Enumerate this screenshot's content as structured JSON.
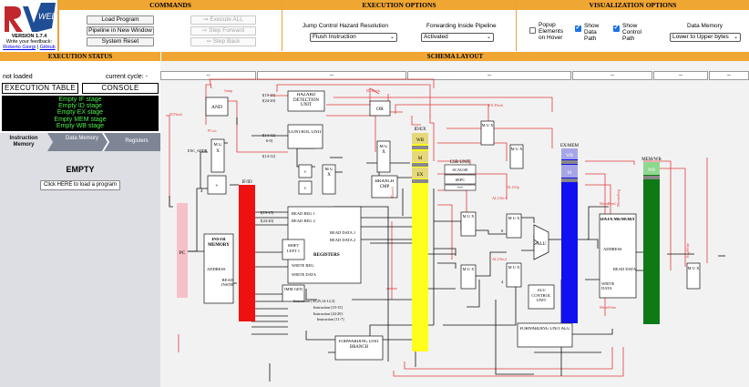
{
  "logo": {
    "letter": "R",
    "sub": "WEB",
    "version": "VERSION 1.7.4",
    "feedback": "Write your feedback:",
    "author": "Roberto Giorgi",
    "github": "GitHub",
    "colors": {
      "red": "#c1272d",
      "blue": "#1f4e96",
      "accent": "#f0a632"
    }
  },
  "commands": {
    "title": "COMMANDS",
    "load_program": "Load Program",
    "pipeline_new_window": "Pipeline in New Window",
    "system_reset": "System Reset",
    "execute_all": "⇒ Execute ALL",
    "step_forward": "⇨ Step Forward",
    "step_back": "⇦ Step Back"
  },
  "execution_options": {
    "title": "EXECUTION OPTIONS",
    "jump_label": "Jump Control Hazard Resolution",
    "jump_value": "Flush Instruction",
    "forwarding_label": "Forwarding Inside Pipeline",
    "forwarding_value": "Activated"
  },
  "visualization_options": {
    "title": "VISUALIZATION OPTIONS",
    "popup_label": "Popup Elements on Hover",
    "popup_checked": false,
    "data_path_label": "Show Data Path",
    "data_path_checked": true,
    "control_path_label": "Show Control Path",
    "control_path_checked": true,
    "data_memory_label": "Data Memory",
    "data_memory_value": "Lower to Upper bytes"
  },
  "execution_status": {
    "title": "EXECUTION STATUS",
    "loaded": "not loaded",
    "cycle": "current cycle: -",
    "table_button": "EXECUTION TABLE",
    "console_button": "CONSOLE",
    "stages": [
      "Empty IF stage",
      "Empty ID stage",
      "Empty EX stage",
      "Empty MEM stage",
      "Empty WB stage"
    ]
  },
  "tabs": [
    {
      "label": "Instruction Memory",
      "active": true
    },
    {
      "label": "Data Memory",
      "active": false
    },
    {
      "label": "Registers",
      "active": false
    }
  ],
  "instruction_memory": {
    "empty": "EMPTY",
    "load_hint": "Click HERE to load a program"
  },
  "schema": {
    "title": "SCHEMA LAYOUT",
    "forward_cells": [
      "--",
      "--",
      "--",
      "--",
      "--",
      "--"
    ],
    "blocks": {
      "hazard": "HAZARD DETECTION UNIT",
      "control": "CONTROL UNIT",
      "and": "AND",
      "or": "OR",
      "mux": "M U X",
      "add": "+",
      "pc": "PC",
      "instr_mem": "INSTR MEMORY",
      "address": "ADDRESS",
      "read_instr": "READ INSTR",
      "registers": "REGISTERS",
      "read_reg1": "READ REG 1",
      "read_reg2": "READ REG 2",
      "read_data1": "READ DATA 1",
      "read_data2": "READ DATA 2",
      "write_reg": "WRITE REG",
      "write_data": "WRITE DATA",
      "shift_left": "SHIFT LEFT 1",
      "imm_gen": "IMM GEN",
      "branch_cmp": "BRANCH CMP",
      "csr_unit": "CSR UNIT",
      "scause": "SCAUSE",
      "sepc": "SEPC",
      "csr_dots": "***",
      "alu": "ALU",
      "alu_control": "ALU CONTROL UNIT",
      "data_memory": "DATA MEMORY",
      "dm_address": "ADDRESS",
      "dm_read": "READ DATA",
      "dm_write": "WRITE DATA",
      "fwd_alu": "FORWARDING UNIT ALU",
      "fwd_branch": "FORWARDING UNIT BRANCH",
      "if_id": "IF/ID",
      "id_ex": "ID/EX",
      "ex_mem": "EX/MEM",
      "mem_wb": "MEM/WB",
      "wb": "WB",
      "m": "M",
      "ex": "EX",
      "four": "4",
      "zero": "0",
      "one": "1",
      "exc_addr": "EXC_ADDR"
    },
    "signals": {
      "jump": "Jump",
      "if_flush": "IF.Flush",
      "id_flush": "ID.Flush",
      "ex_flush": "EX.Flush",
      "pcsrc": "PCsrc",
      "inst_19_15": "I[19-15]",
      "inst_24_20": "I[24-20]",
      "inst_14_12": "I[14-12]",
      "inst_6_0": "6-0]",
      "i_19_15": "I[19-15]",
      "i_24_20": "I[24-20]",
      "instr_30_25": "Instruction [30,25,14-12,3]",
      "instr_19_15": "Instruction [19-15]",
      "instr_24_20": "Instruction [24-20]",
      "instr_11_7": "Instruction [11-7]",
      "branch": "Branch",
      "aluop": "ALUOp",
      "alusrc1": "ALUSrc1",
      "alusrc2": "ALUSrc2",
      "memwrite": "MemWrite",
      "memread": "MemRead",
      "memtoreg": "MemtoReg",
      "regwrite": "RegWrite"
    }
  }
}
